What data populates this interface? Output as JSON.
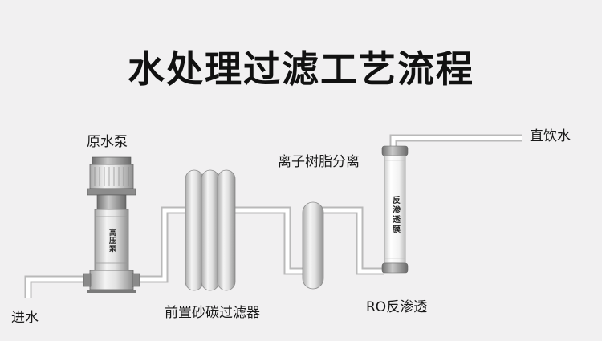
{
  "title": "水处理过滤工艺流程",
  "labels": {
    "inlet": "进水",
    "raw_pump": "原水泵",
    "high_pressure_pump": "高压泵",
    "precision_filter": "前置砂碳过滤器",
    "ion_resin": "离子树脂分离",
    "ro_membrane_text": "反渗透膜",
    "ro": "RO反渗透",
    "outlet": "直饮水"
  },
  "colors": {
    "background": "#f1f0f1",
    "pipe_outline": "#b9b9b9",
    "pipe_fill": "#ffffff",
    "equipment_light": "#ececec",
    "equipment_dark": "#9a9a9a",
    "text": "#111111"
  }
}
